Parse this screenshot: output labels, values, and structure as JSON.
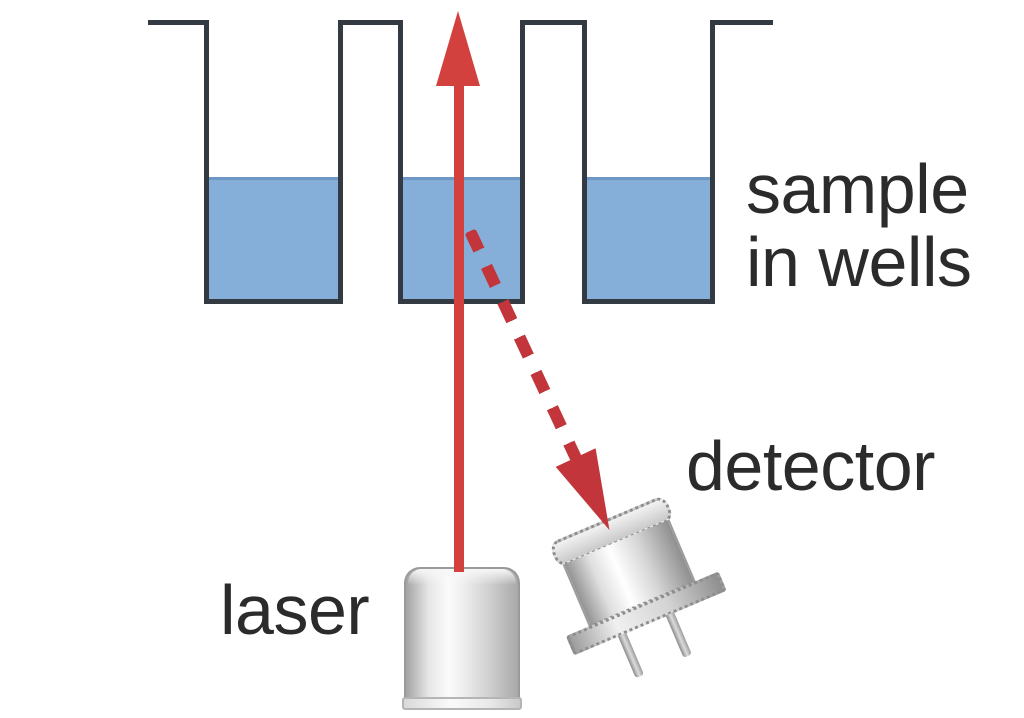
{
  "figure": {
    "type": "scientific-diagram",
    "wells": {
      "count": 3,
      "filled": true
    }
  },
  "labels": {
    "sample_line_1": "sample",
    "sample_line_2": "in wells",
    "detector": "detector",
    "laser": "laser"
  },
  "colors": {
    "beam_red": "#d2413e",
    "scatter_red": "#c2363b",
    "liquid_blue": "#85aed9",
    "liquid_surface": "#6d97c5",
    "plate_stroke": "#343a42",
    "label_text": "#2b2b2b",
    "metal_gray": "#cfcfcf",
    "background": "#ffffff"
  }
}
